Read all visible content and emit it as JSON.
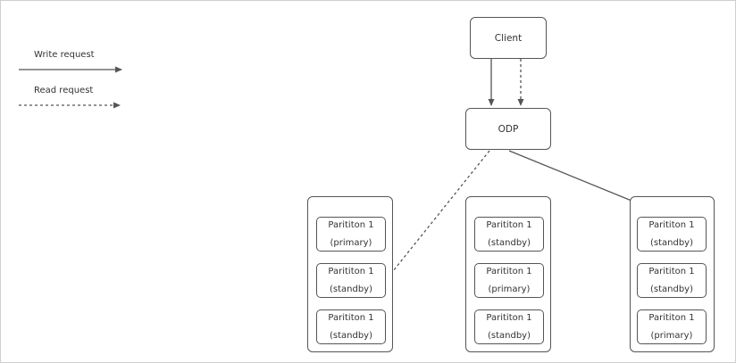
{
  "legend": {
    "write_label": "Write request",
    "read_label": "Read request"
  },
  "client": {
    "label": "Client"
  },
  "odp": {
    "label": "ODP"
  },
  "servers": [
    {
      "partitions": [
        {
          "name": "Parititon 1",
          "role": "(primary)"
        },
        {
          "name": "Parititon 1",
          "role": "(standby)"
        },
        {
          "name": "Parititon 1",
          "role": "(standby)"
        }
      ]
    },
    {
      "partitions": [
        {
          "name": "Parititon 1",
          "role": "(standby)"
        },
        {
          "name": "Parititon 1",
          "role": "(primary)"
        },
        {
          "name": "Parititon 1",
          "role": "(standby)"
        }
      ]
    },
    {
      "partitions": [
        {
          "name": "Parititon 1",
          "role": "(standby)"
        },
        {
          "name": "Parititon 1",
          "role": "(standby)"
        },
        {
          "name": "Parititon 1",
          "role": "(primary)"
        }
      ]
    }
  ],
  "colors": {
    "line": "#555555",
    "border": "#555555",
    "text": "#333333"
  }
}
